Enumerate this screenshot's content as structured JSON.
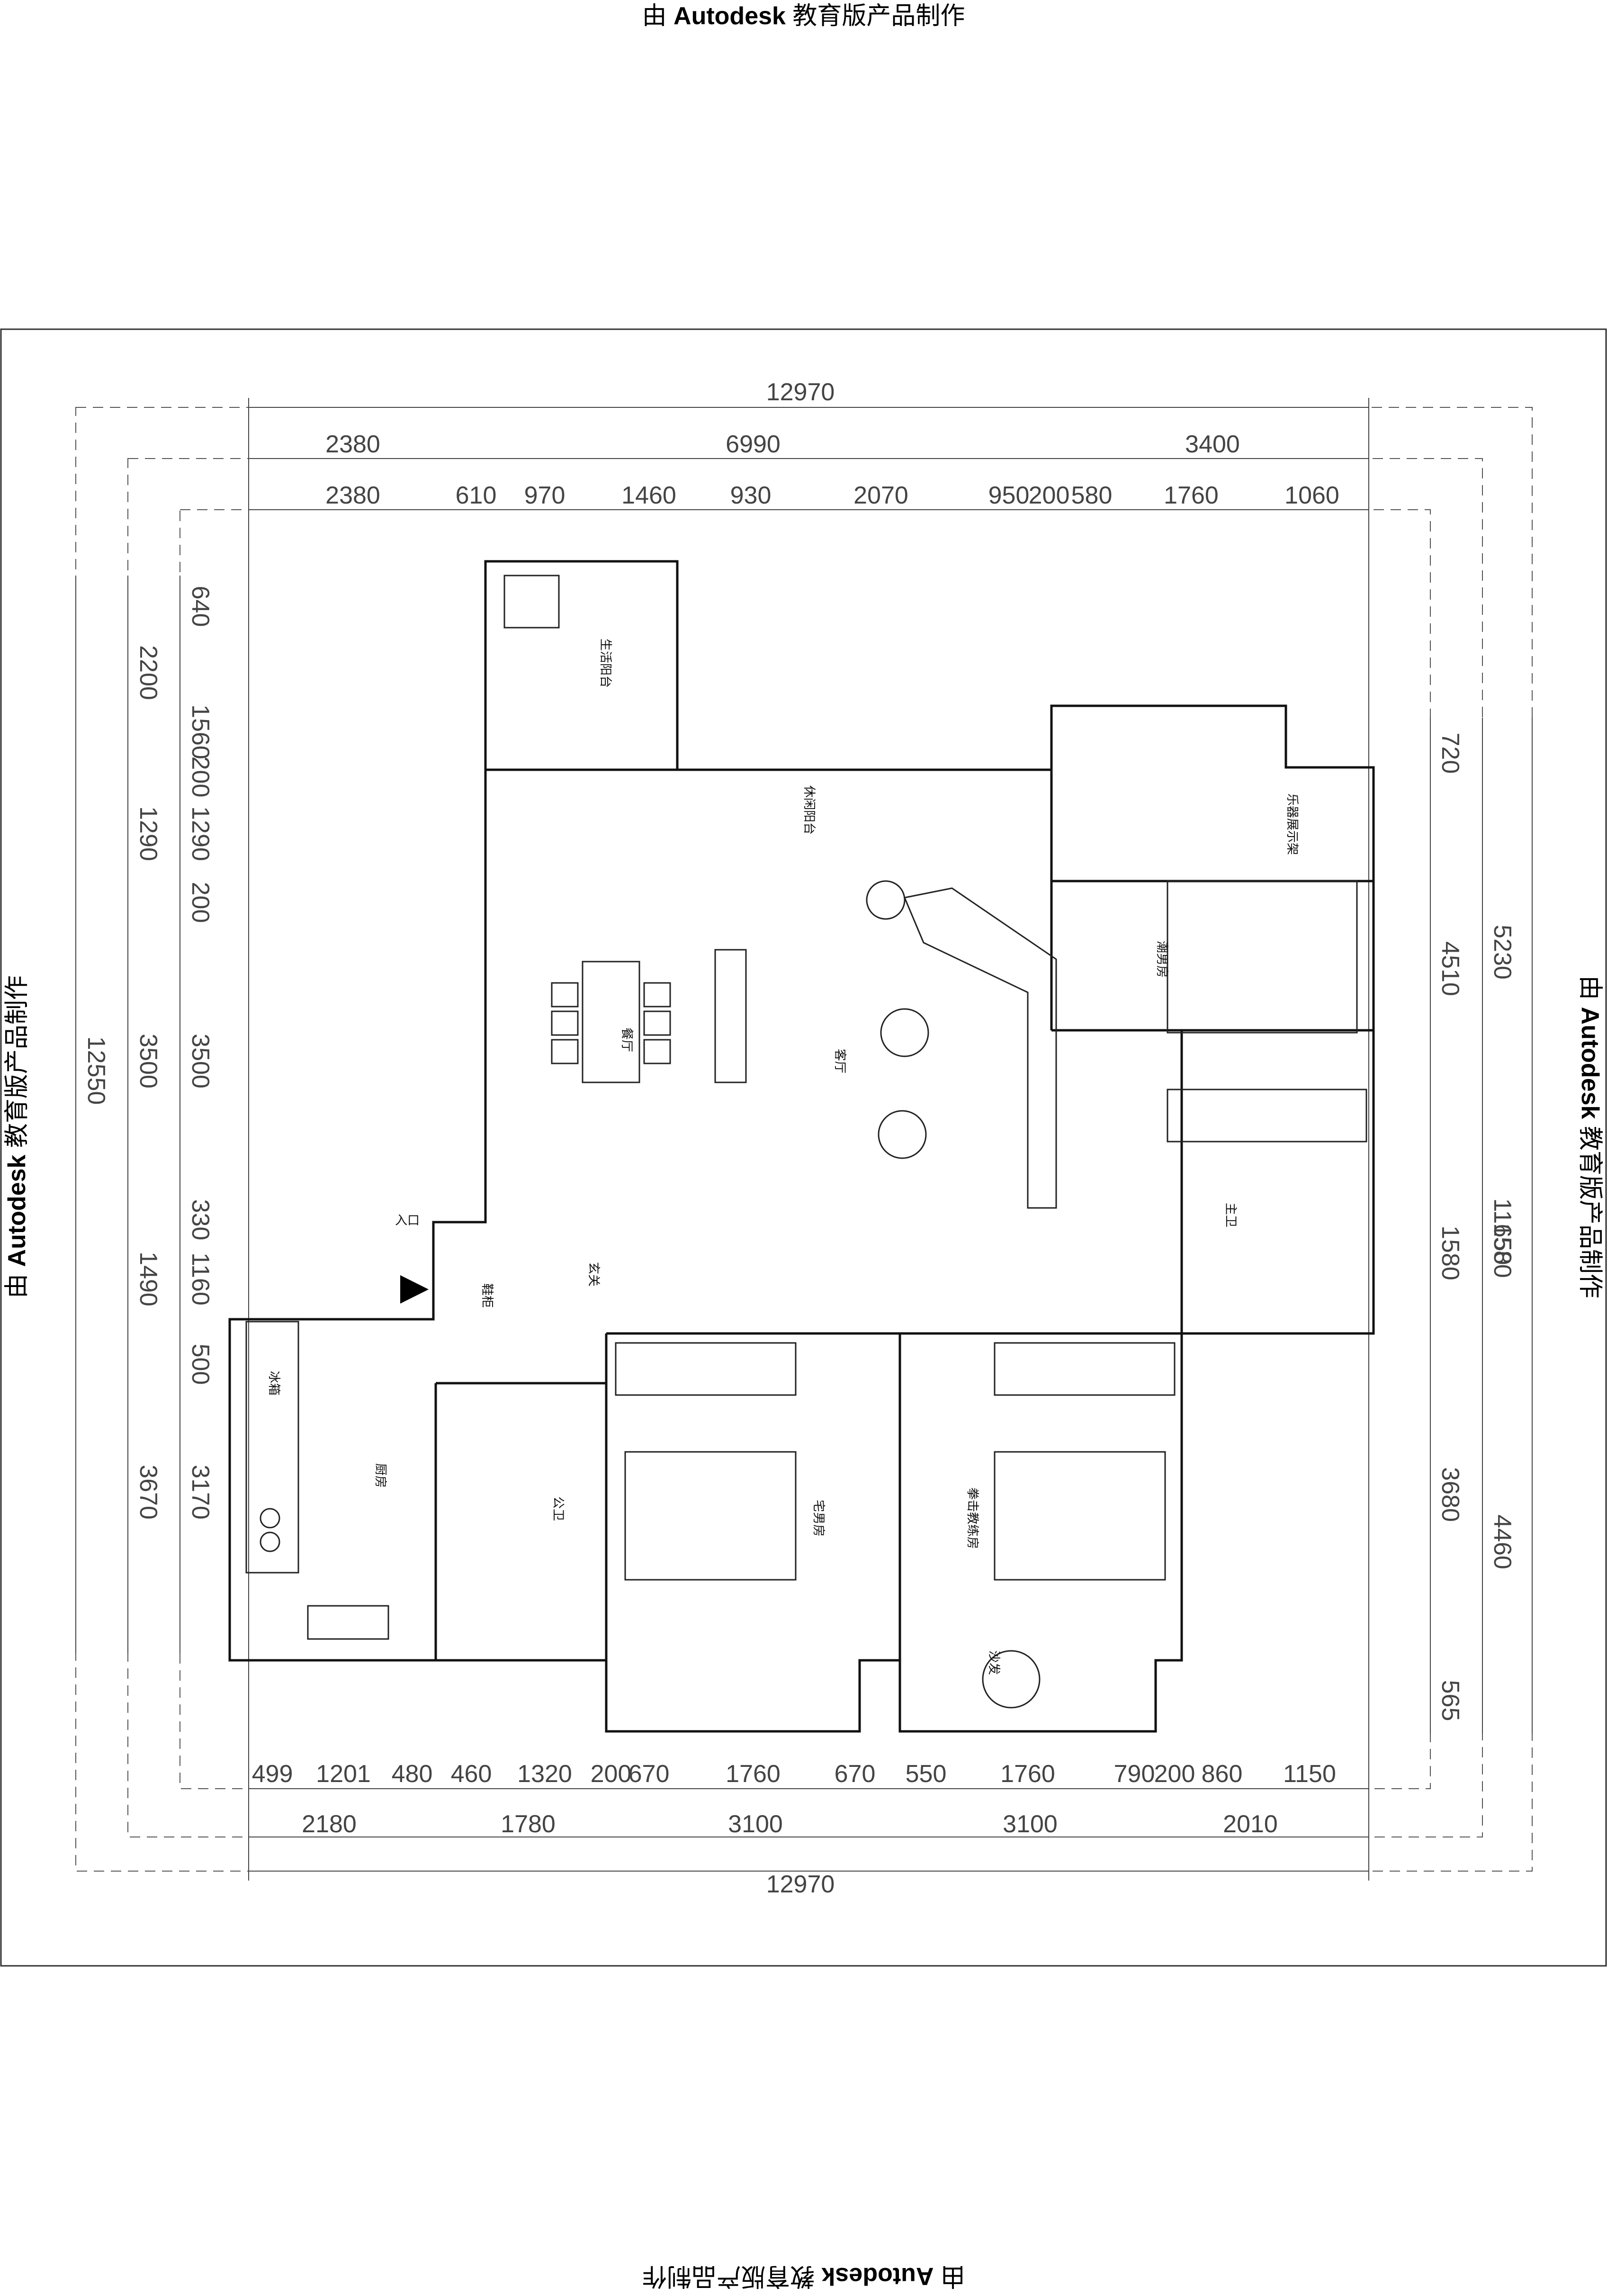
{
  "watermark": {
    "prefix": "由",
    "brand": "Autodesk",
    "suffix": "教育版产品制作"
  },
  "dimensions": {
    "top_overall": "12970",
    "top_row1": [
      "2380",
      "6990",
      "3400"
    ],
    "top_row2": [
      "2380",
      "610",
      "970",
      "1460",
      "930",
      "2070",
      "950",
      "200",
      "580",
      "1760",
      "1060"
    ],
    "bottom_overall": "12970",
    "bottom_row1": [
      "2180",
      "1780",
      "3100",
      "3100",
      "2010"
    ],
    "bottom_row2": [
      "499",
      "1201",
      "480",
      "460",
      "1320",
      "200",
      "670",
      "1760",
      "670",
      "550",
      "1760",
      "790",
      "200",
      "860",
      "1150"
    ],
    "left_overall": "12550",
    "left_row1": [
      "2200",
      "1290",
      "3500",
      "1490",
      "3670"
    ],
    "left_row2": [
      "640",
      "1560",
      "200",
      "1290",
      "200",
      "3500",
      "330",
      "1160",
      "500",
      "3170"
    ],
    "right_overall": "11650",
    "right_row1": [
      "5230",
      "1580",
      "4460"
    ],
    "right_row2": [
      "720",
      "4510",
      "1580",
      "3680",
      "565"
    ]
  },
  "rooms": {
    "living_balcony": "生活阳台",
    "leisure_balcony": "休闲阳台",
    "instrument_room": "乐器展示架",
    "dining": "餐厅",
    "living": "客厅",
    "boy_room": "潮男房",
    "master_bath": "主卫",
    "entrance": "入口",
    "shoe_cabinet": "鞋柜",
    "foyer": "玄关",
    "kitchen": "厨房",
    "fridge": "冰箱",
    "public_bath": "公卫",
    "bedroom_a": "宅男房",
    "bedroom_b": "拳击教练房",
    "sofa": "沙发"
  }
}
